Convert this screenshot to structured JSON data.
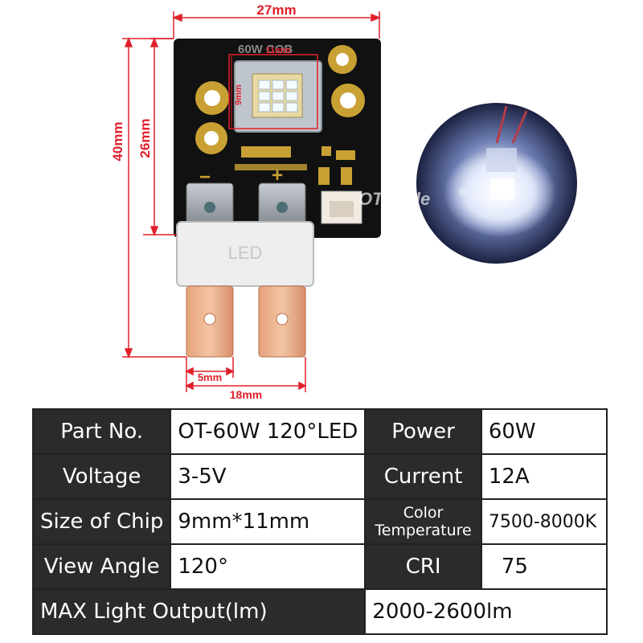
{
  "dimensions": {
    "width_top": "27mm",
    "height_total": "40mm",
    "height_board": "26mm",
    "chip_width": "11mm",
    "chip_height": "9mm",
    "terminal_width": "5mm",
    "terminal_span": "18mm"
  },
  "board": {
    "silkscreen": "60W COB",
    "minus": "−",
    "plus": "+",
    "connector_label": "LED"
  },
  "photo": {
    "watermark": "OTdiode",
    "registered": "®"
  },
  "specs": {
    "rows": [
      {
        "k1": "Part No.",
        "v1": "OT-60W 120°LED",
        "k2": "Power",
        "v2": "60W"
      },
      {
        "k1": "Voltage",
        "v1": "3-5V",
        "k2": "Current",
        "v2": "12A"
      },
      {
        "k1": "Size of Chip",
        "v1": "9mm*11mm",
        "k2a": "Color",
        "k2b": "Temperature",
        "v2": "7500-8000K"
      },
      {
        "k1": "View Angle",
        "v1": "120°",
        "k2": "CRI",
        "v2": "75"
      }
    ],
    "max_label": "MAX Light Output(lm)",
    "max_value": "2000-2600lm"
  },
  "colors": {
    "dimension": "#e0202a",
    "header_cell": "#2b2b2b",
    "board": "#111111",
    "gold": "#c9a033"
  }
}
